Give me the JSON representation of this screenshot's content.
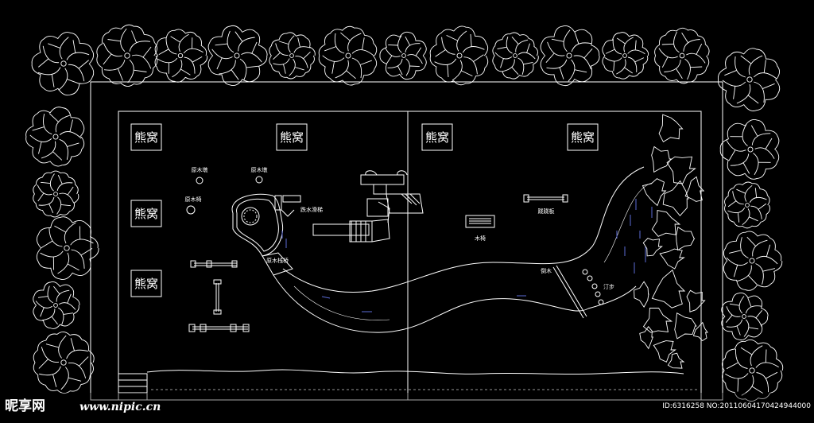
{
  "plan": {
    "den_label": "熊窝",
    "labels": {
      "stump_1": "原木墩",
      "stump_2": "原木墩",
      "stump_seat": "原木椅",
      "log_bridge": "原木栈桥",
      "waterfall": "跌水滑梯",
      "bench": "木椅",
      "seesaw": "跷跷板",
      "dead_wood": "倒木",
      "stepping": "汀步"
    }
  },
  "watermark": {
    "logo": "昵享网",
    "url": "www.nipic.cn",
    "id": "ID:6316258 NO:20110604170424944000"
  },
  "colors": {
    "line": "#ffffff",
    "water_dash": "#5b6bd6",
    "background": "#000000"
  }
}
